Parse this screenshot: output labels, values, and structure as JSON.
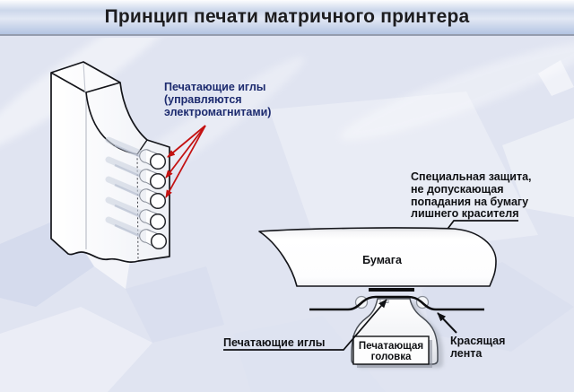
{
  "title": "Принцип печати матричного принтера",
  "colors": {
    "background": "#e0e4f1",
    "red_arrow": "#c41212",
    "navy_label": "#1d2b6f",
    "ink": "#111111"
  },
  "printhead_block": {
    "pins_label": [
      "Печатающие иглы",
      "(управляются",
      "электромагнитами)"
    ]
  },
  "mechanism": {
    "shield_label": [
      "Специальная защита,",
      "не допускающая",
      "попадания на бумагу",
      "лишнего красителя"
    ],
    "paper_label": "Бумага",
    "needles_label": "Печатающие иглы",
    "head_label": [
      "Печатающая",
      "головка"
    ],
    "ribbon_label": [
      "Красящая",
      "лента"
    ]
  }
}
